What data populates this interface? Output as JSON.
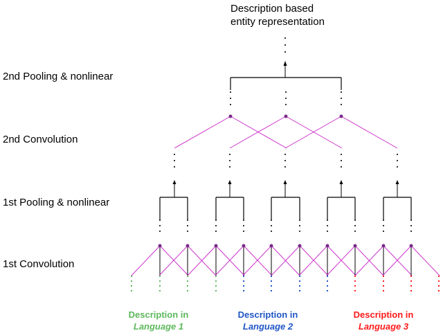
{
  "output_label": {
    "line1": "Description based",
    "line2": "entity representation"
  },
  "layers": {
    "pool2": "2nd Pooling & nonlinear",
    "conv2": "2nd Convolution",
    "pool1": "1st Pooling & nonlinear",
    "conv1": "1st Convolution"
  },
  "languages": [
    {
      "line1": "Description in",
      "line2": "Language 1",
      "color": "#5cb85c"
    },
    {
      "line1": "Description in",
      "line2": "Language 2",
      "color": "#1f55c6"
    },
    {
      "line1": "Description in",
      "line2": "Language 3",
      "color": "#ff1a1a"
    }
  ],
  "colors": {
    "convolution_lines": "#cc33cc",
    "pooling_lines": "#000000",
    "dots": "#333333"
  }
}
